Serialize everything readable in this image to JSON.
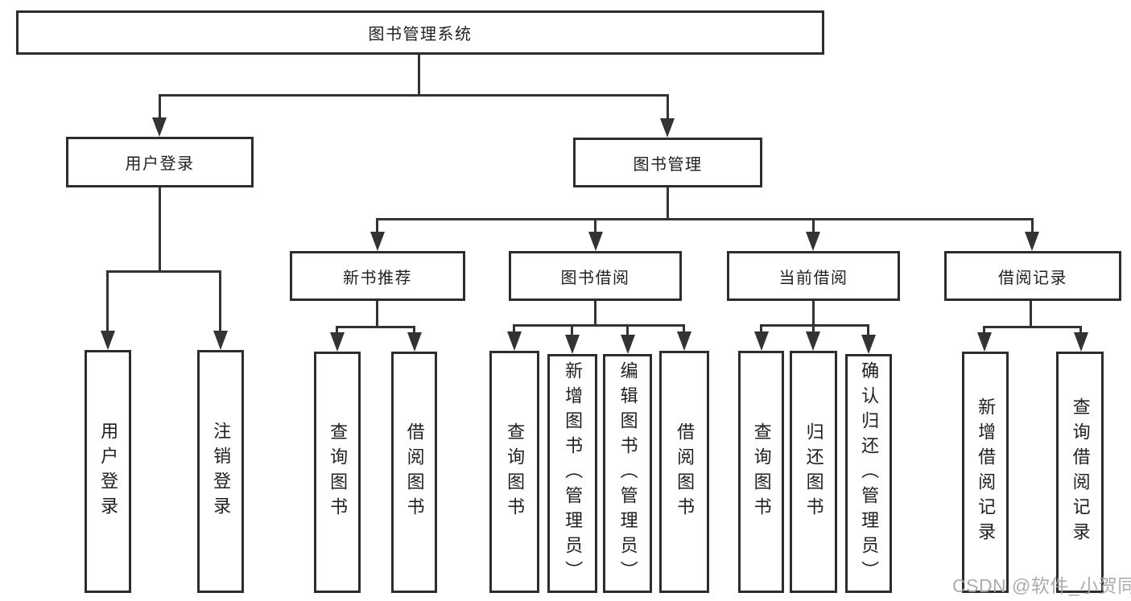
{
  "title": "图书管理系统",
  "watermark": "CSDN @软件_小贺同学",
  "colors": {
    "background": "#ffffff",
    "line": "#333333",
    "border": "#2d2d2d",
    "text": "#1f1f1f",
    "watermark": "#a6a6a6"
  },
  "tree": {
    "root": {
      "label": "图书管理系统"
    },
    "children": [
      {
        "label": "用户登录",
        "children": [
          {
            "label": "用户登录"
          },
          {
            "label": "注销登录"
          }
        ]
      },
      {
        "label": "图书管理",
        "children": [
          {
            "label": "新书推荐",
            "children": [
              {
                "label": "查询图书"
              },
              {
                "label": "借阅图书"
              }
            ]
          },
          {
            "label": "图书借阅",
            "children": [
              {
                "label": "查询图书"
              },
              {
                "label": "新增图书（管理员）"
              },
              {
                "label": "编辑图书（管理员）"
              },
              {
                "label": "借阅图书"
              }
            ]
          },
          {
            "label": "当前借阅",
            "children": [
              {
                "label": "查询图书"
              },
              {
                "label": "归还图书"
              },
              {
                "label": "确认归还（管理员）"
              }
            ]
          },
          {
            "label": "借阅记录",
            "children": [
              {
                "label": "新增借阅记录"
              },
              {
                "label": "查询借阅记录"
              }
            ]
          }
        ]
      }
    ]
  }
}
